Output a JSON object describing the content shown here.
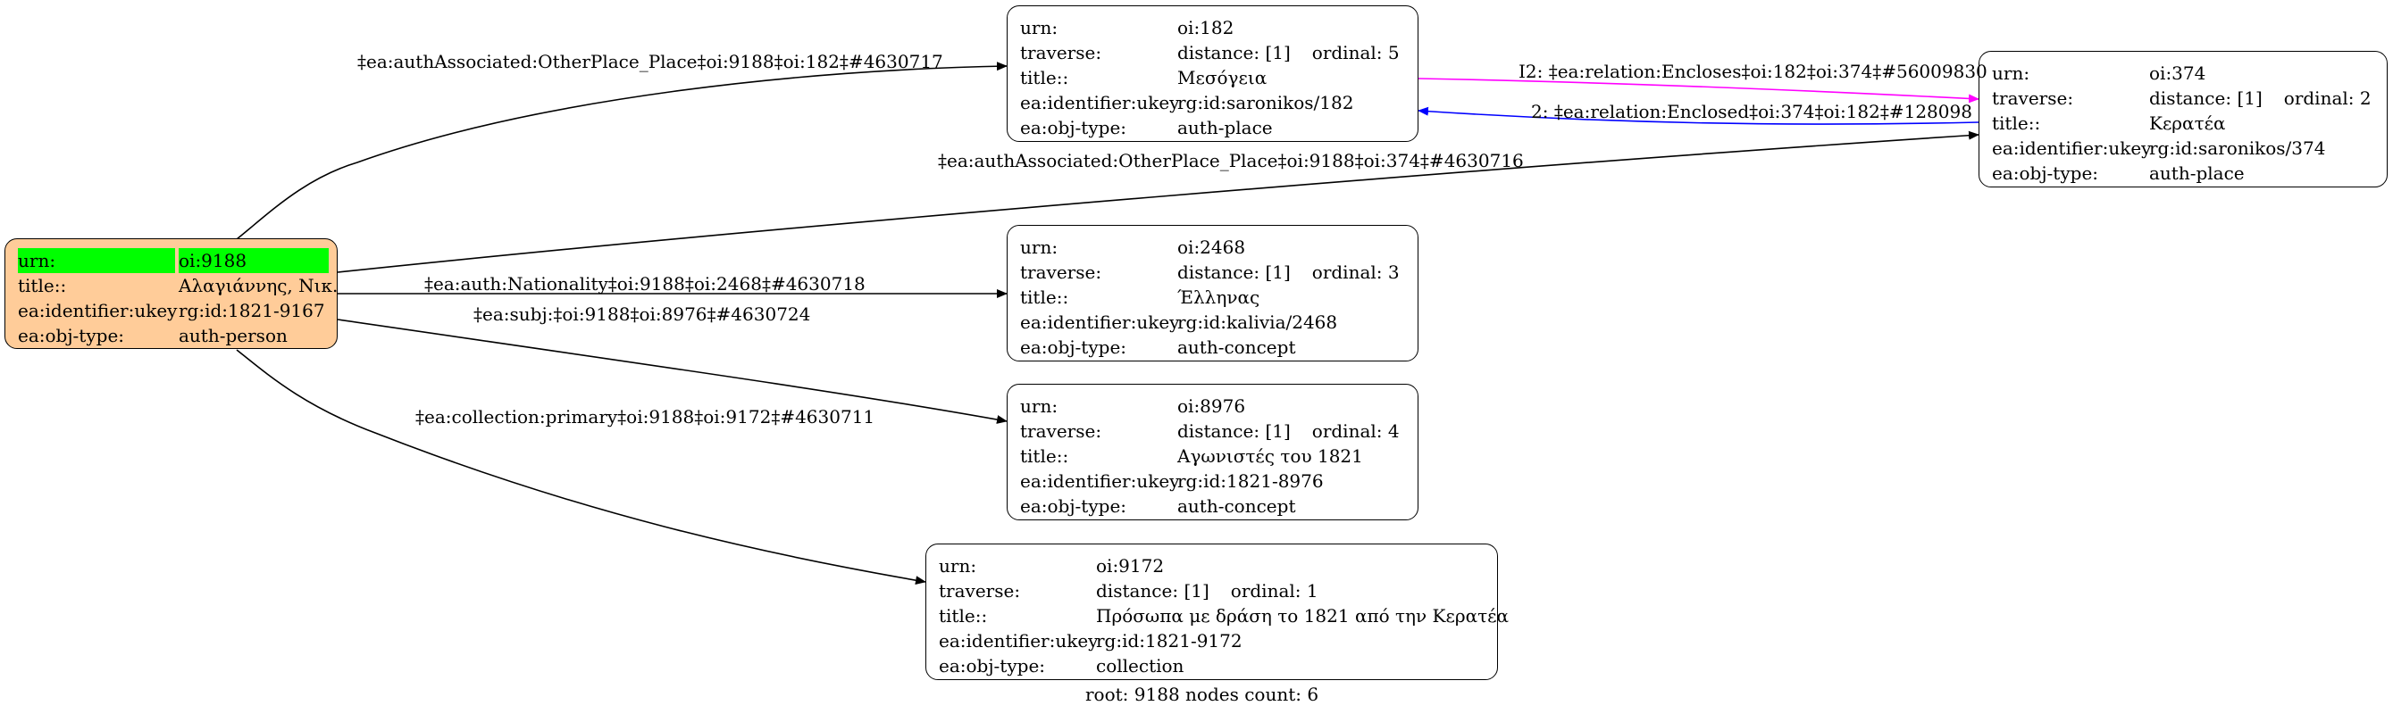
{
  "nodes": {
    "root": {
      "rows": [
        {
          "k": "urn:",
          "v": "oi:9188"
        },
        {
          "k": "title::",
          "v": "Αλαγιάννης, Νικ."
        },
        {
          "k": "ea:identifier:ukey",
          "v": "rg:id:1821-9167"
        },
        {
          "k": "ea:obj-type:",
          "v": "auth-person"
        }
      ],
      "fill": "#ffcc99",
      "highlight": "#00ff00"
    },
    "n182": {
      "urn": "oi:182",
      "distance": "distance: [1]",
      "ordinal": "ordinal: 5",
      "title": "Μεσόγεια",
      "ukey": "rg:id:saronikos/182",
      "objtype": "auth-place"
    },
    "n374": {
      "urn": "oi:374",
      "distance": "distance: [1]",
      "ordinal": "ordinal: 2",
      "title": "Κερατέα",
      "ukey": "rg:id:saronikos/374",
      "objtype": "auth-place"
    },
    "n2468": {
      "urn": "oi:2468",
      "distance": "distance: [1]",
      "ordinal": "ordinal: 3",
      "title": "Έλληνας",
      "ukey": "rg:id:kalivia/2468",
      "objtype": "auth-concept"
    },
    "n8976": {
      "urn": "oi:8976",
      "distance": "distance: [1]",
      "ordinal": "ordinal: 4",
      "title": "Αγωνιστές του 1821",
      "ukey": "rg:id:1821-8976",
      "objtype": "auth-concept"
    },
    "n9172": {
      "urn": "oi:9172",
      "distance": "distance: [1]",
      "ordinal": "ordinal: 1",
      "title": "Πρόσωπα με δράση το 1821 από την Κερατέα",
      "ukey": "rg:id:1821-9172",
      "objtype": "collection"
    }
  },
  "keys": {
    "urn": "urn:",
    "traverse": "traverse:",
    "title": "title::",
    "ukey": "ea:identifier:ukey",
    "objtype": "ea:obj-type:"
  },
  "edges": {
    "e182": "‡ea:authAssociated:OtherPlace_Place‡oi:9188‡oi:182‡#4630717",
    "e374": "‡ea:authAssociated:OtherPlace_Place‡oi:9188‡oi:374‡#4630716",
    "e2468": "‡ea:auth:Nationality‡oi:9188‡oi:2468‡#4630718",
    "e8976": "‡ea:subj:‡oi:9188‡oi:8976‡#4630724",
    "e9172": "‡ea:collection:primary‡oi:9188‡oi:9172‡#4630711",
    "encloses": "I2: ‡ea:relation:Encloses‡oi:182‡oi:374‡#56009830",
    "enclosed": "2: ‡ea:relation:Enclosed‡oi:374‡oi:182‡#128098"
  },
  "edge_colors": {
    "default": "#000000",
    "encloses": "#ff00ff",
    "enclosed": "#0000ff"
  },
  "footer": "root: 9188 nodes count: 6"
}
